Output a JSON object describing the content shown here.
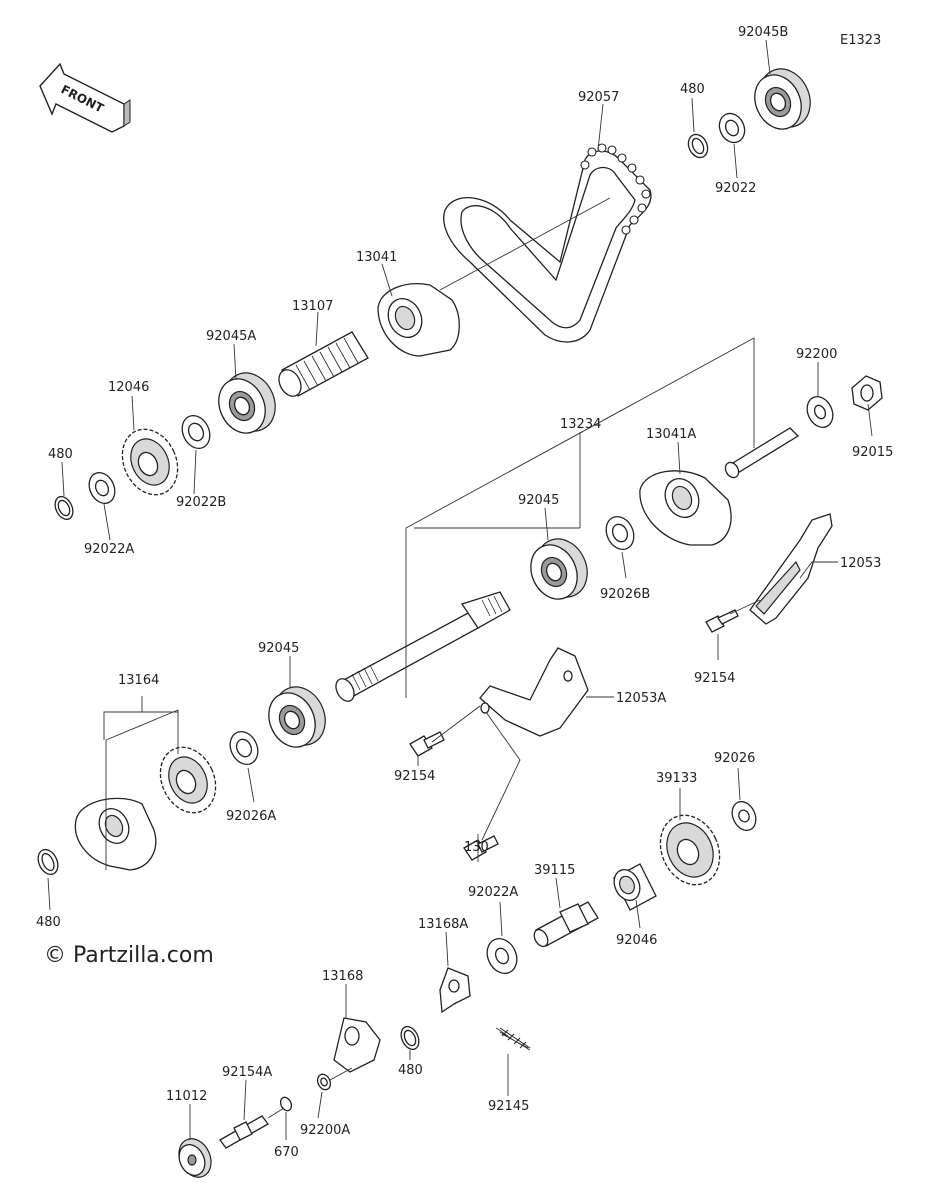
{
  "diagram_code": "E1323",
  "front_label": "FRONT",
  "watermark": "© Partzilla.com",
  "labels": {
    "p92045B": "92045B",
    "p480_top": "480",
    "p92057": "92057",
    "p92022_top": "92022",
    "p13041": "13041",
    "p13107": "13107",
    "p92045A": "92045A",
    "p12046": "12046",
    "p480_left": "480",
    "p92022B": "92022B",
    "p92022A": "92022A",
    "p13234": "13234",
    "p92200": "92200",
    "p92015": "92015",
    "p13041A": "13041A",
    "p92045_mid": "92045",
    "p92026B": "92026B",
    "p12053": "12053",
    "p92154_right": "92154",
    "p92045_low": "92045",
    "p13164": "13164",
    "p12053A": "12053A",
    "p92154_mid": "92154",
    "p130": "130",
    "p92026A": "92026A",
    "p480_bottom": "480",
    "p39133": "39133",
    "p92026": "92026",
    "p39115": "39115",
    "p92022A_low": "92022A",
    "p92046": "92046",
    "p13168A": "13168A",
    "p13168": "13168",
    "p480_lower": "480",
    "p92145": "92145",
    "p92154A": "92154A",
    "p11012": "11012",
    "p92200A": "92200A",
    "p670": "670"
  }
}
